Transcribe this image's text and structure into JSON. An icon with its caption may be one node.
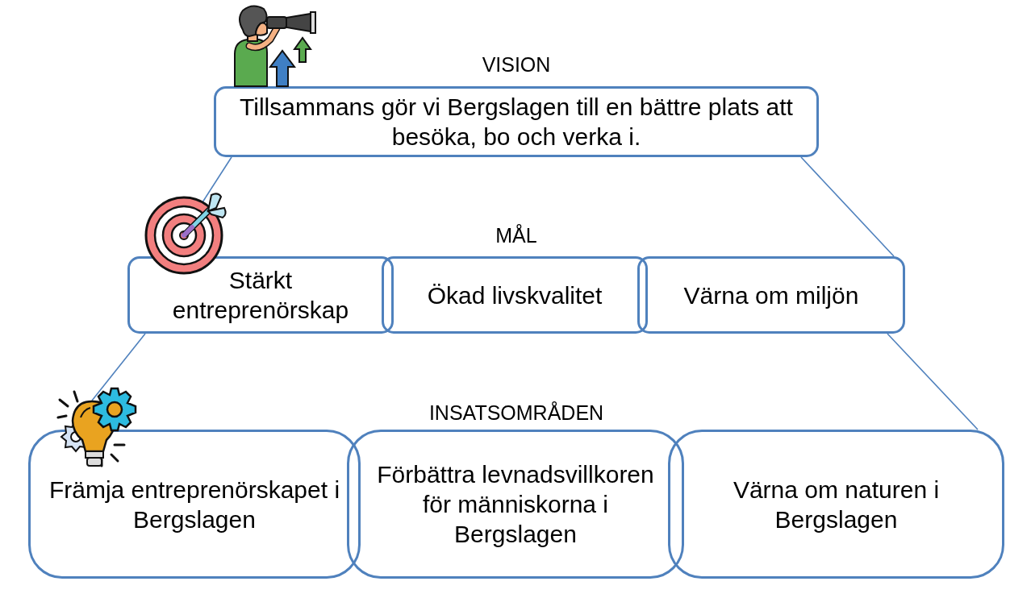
{
  "diagram": {
    "nodes": [
      {
        "text": [
          "Tillsammans gör vi Bergslagen till en bättre plats att besöka, bo och verka i."
        ]
      },
      {
        "text": [],
        "shape": "picture"
      },
      {
        "text": [
          "Stärkt entreprenörskap"
        ]
      },
      {
        "text": [
          "Ökad livskvalitet"
        ]
      },
      {
        "text": [
          "Värna om miljön"
        ]
      },
      {
        "text": [],
        "shape": "picture"
      },
      {
        "text": [
          "Främja entreprenörskapet i Bergslagen"
        ]
      },
      {
        "text": [
          "Förbättra levnadsvillkoren för människorna i Bergslagen"
        ]
      },
      {
        "text": [
          "Värna om naturen i Bergslagen"
        ]
      }
    ],
    "edges": [
      {
        "from": 0,
        "to": 1,
        "arrow": "none"
      },
      {
        "from": 0,
        "to": 4,
        "arrow": "none"
      },
      {
        "from": 2,
        "to": 5,
        "arrow": "none"
      },
      {
        "from": 4,
        "to": 8,
        "arrow": "none"
      }
    ],
    "labels": [
      "VISION",
      "MÅL",
      "INSATSOMRÅDEN"
    ]
  }
}
